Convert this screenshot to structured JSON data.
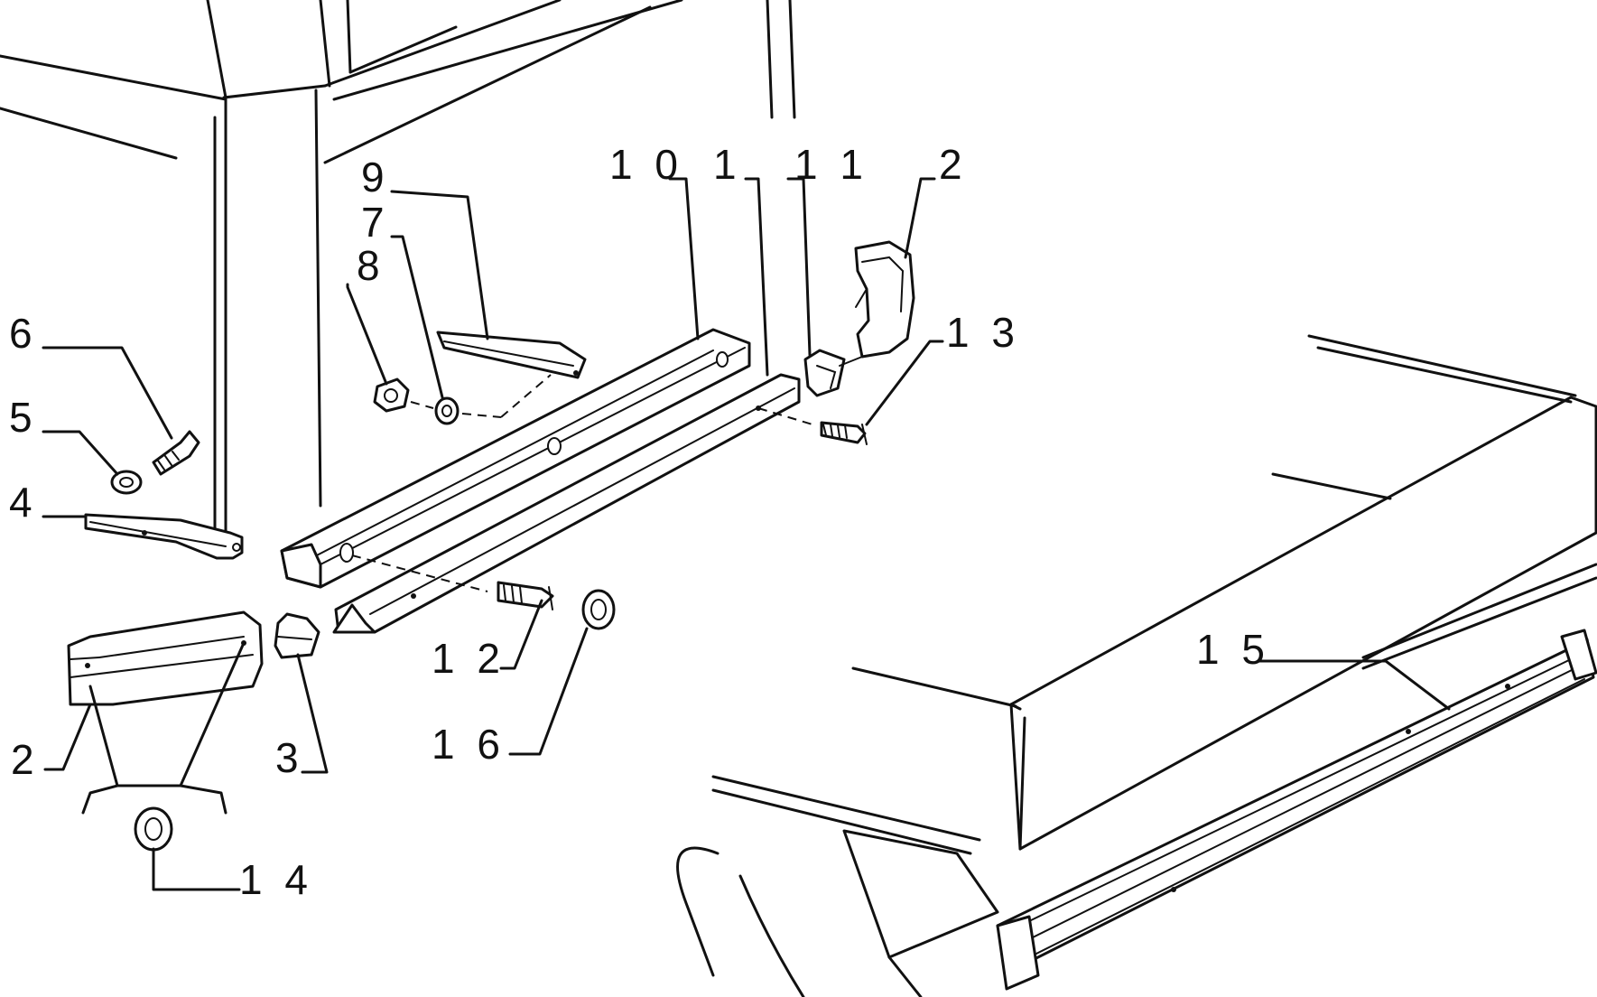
{
  "callouts": {
    "c10": "1 0",
    "c1": "1",
    "c11": "1 1",
    "c2_top": "2",
    "c9": "9",
    "c7": "7",
    "c8": "8",
    "c13": "1 3",
    "c6": "6",
    "c5": "5",
    "c4": "4",
    "c12": "1 2",
    "c16": "1 6",
    "c15": "1 5",
    "c2_bottom": "2",
    "c3": "3",
    "c14": "1 4"
  },
  "colors": {
    "ink": "#111111",
    "paper": "#ffffff"
  }
}
